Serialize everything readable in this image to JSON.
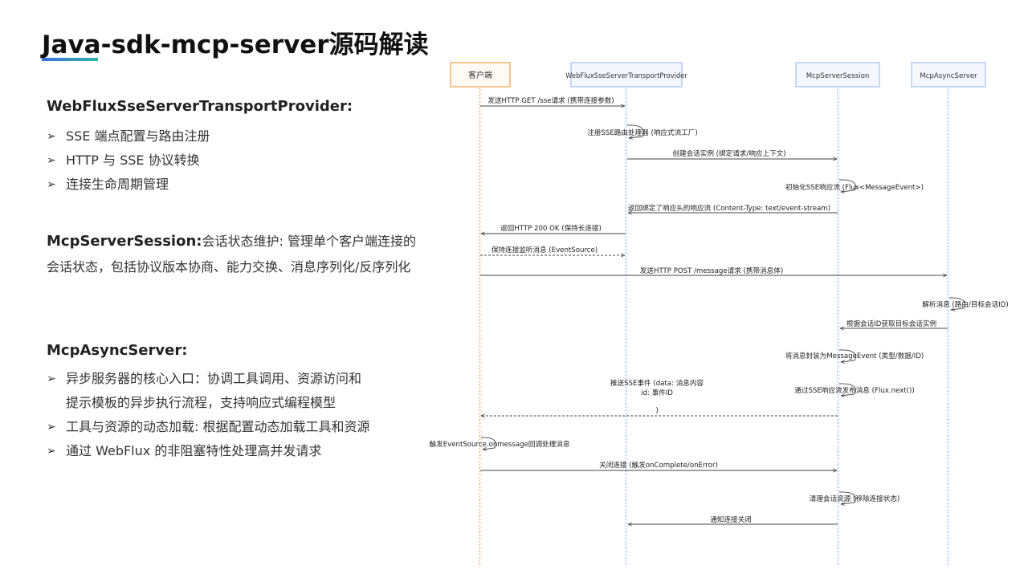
{
  "title": "Java-sdk-mcp-server源码解读",
  "left": {
    "provider": {
      "heading": "WebFluxSseServerTransportProvider:",
      "items": [
        "SSE 端点配置与路由注册",
        "HTTP 与 SSE 协议转换",
        "连接生命周期管理"
      ]
    },
    "session": {
      "heading": "McpServerSession:",
      "text": "会话状态维护: 管理单个客户端连接的会话状态，包括协议版本协商、能力交换、消息序列化/反序列化"
    },
    "async": {
      "heading": "McpAsyncServer:",
      "items": [
        "异步服务器的核心入口：协调工具调用、资源访问和",
        "提示模板的异步执行流程，支持响应式编程模型",
        "工具与资源的动态加载: 根据配置动态加载工具和资源",
        "通过 WebFlux 的非阻塞特性处理高并发请求"
      ]
    }
  },
  "diagram": {
    "participants": [
      "客户端",
      "WebFluxSseServerTransportProvider",
      "McpServerSession",
      "McpAsyncServer"
    ],
    "messages": [
      "发送HTTP GET /sse请求 (携带连接参数)",
      "注册SSE路由处理器 (响应式流工厂)",
      "创建会话实例 (绑定请求/响应上下文)",
      "初始化SSE响应流 (Flux<MessageEvent>)",
      "返回绑定了响应头的响应流 (Content-Type: text/event-stream)",
      "返回HTTP 200 OK (保持长连接)",
      "保持连接监听消息 (EventSource)",
      "发送HTTP POST /message请求 (携带消息体)",
      "解析消息 (路由/目标会话ID)",
      "根据会话ID获取目标会话实例",
      "将消息封装为MessageEvent (类型/数据/ID)",
      "推送SSE事件 (data: 消息内容",
      "id: 事件ID",
      "通过SSE响应流发布消息 (Flux.next())",
      ")",
      "触发EventSource.onmessage回调处理消息",
      "关闭连接 (触发onComplete/onError)",
      "清理会话资源 (移除连接状态)",
      "通知连接关闭"
    ]
  },
  "colors": {
    "accent_blue": "#3b6fe0",
    "accent_teal": "#2fb7a8",
    "client_box": "#f0a24a",
    "participant_box": "#8fb4e8"
  }
}
